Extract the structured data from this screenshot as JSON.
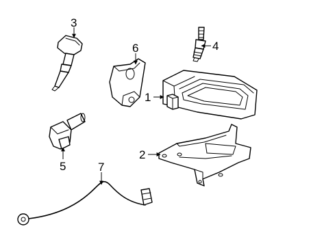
{
  "callouts": [
    {
      "number": "1",
      "part": "engine-control-module"
    },
    {
      "number": "2",
      "part": "module-bracket"
    },
    {
      "number": "3",
      "part": "ignition-coil"
    },
    {
      "number": "4",
      "part": "spark-plug"
    },
    {
      "number": "5",
      "part": "crankshaft-position-sensor"
    },
    {
      "number": "6",
      "part": "camshaft-position-sensor"
    },
    {
      "number": "7",
      "part": "knock-sensor-harness"
    }
  ],
  "colors": {
    "line": "#000000",
    "background": "#ffffff"
  }
}
